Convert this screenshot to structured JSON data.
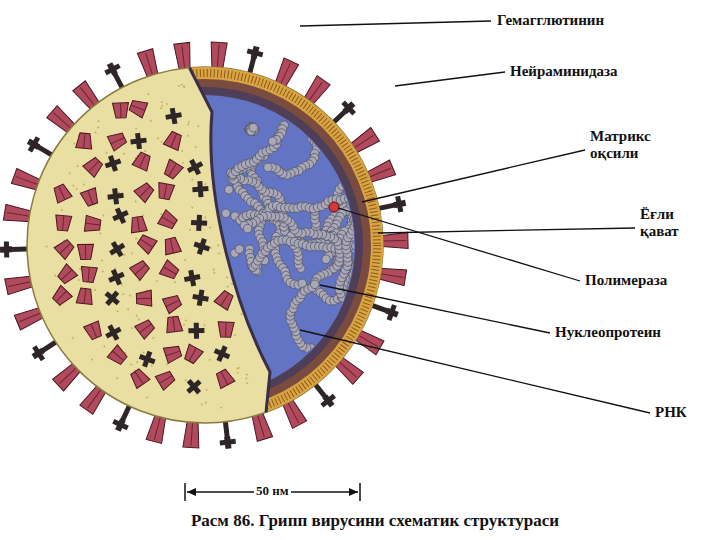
{
  "diagram": {
    "caption": "Расм 86. Грипп вирусини схематик структураси",
    "labels": [
      "Гемагглютинин",
      "Нейраминидаза",
      "Матрикс оқсили",
      "Ёғли қават",
      "Полимераза",
      "Нуклеопротеин",
      "РНК",
      "50 нм"
    ]
  }
}
